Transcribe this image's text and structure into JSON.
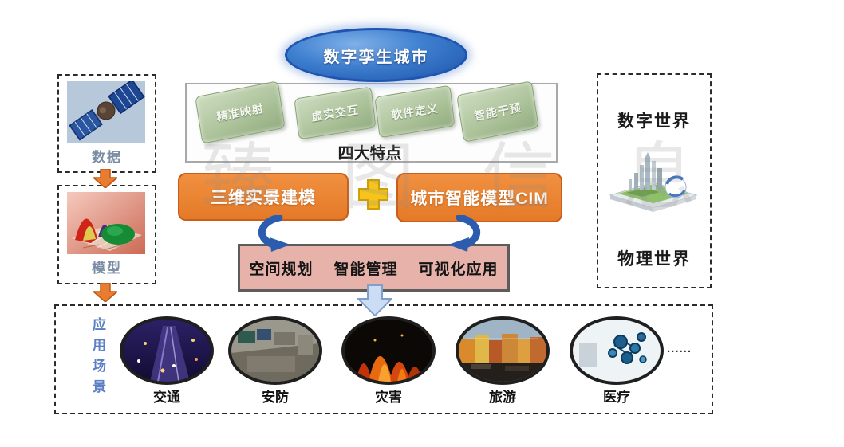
{
  "diagram": {
    "title": "数字孪生城市",
    "watermark": "臻图信息",
    "features": {
      "caption": "四大特点",
      "tags": [
        "精准映射",
        "虚实交互",
        "软件定义",
        "智能干预"
      ]
    },
    "pipeline": {
      "data_label": "数据",
      "model_label": "模型"
    },
    "core": {
      "modeling_box": "三维实景建模",
      "cim_box": "城市智能模型CIM",
      "app_bar": [
        "空间规划",
        "智能管理",
        "可视化应用"
      ]
    },
    "worlds": {
      "digital": "数字世界",
      "physical": "物理世界"
    },
    "scenarios": {
      "label": "应用场景",
      "items": [
        {
          "name": "交通"
        },
        {
          "name": "安防"
        },
        {
          "name": "灾害"
        },
        {
          "name": "旅游"
        },
        {
          "name": "医疗"
        }
      ],
      "more": "......"
    },
    "colors": {
      "title_blue": "#3d7ecf",
      "box_orange": "#e8832e",
      "bar_pink": "#e7b2aa",
      "tag_green": "#aec49c",
      "arrow_blue": "#2b5cad",
      "arrow_orange": "#e87c30",
      "plus_yellow": "#f6c41b",
      "scenario_label_blue": "#5b7fc4"
    }
  }
}
